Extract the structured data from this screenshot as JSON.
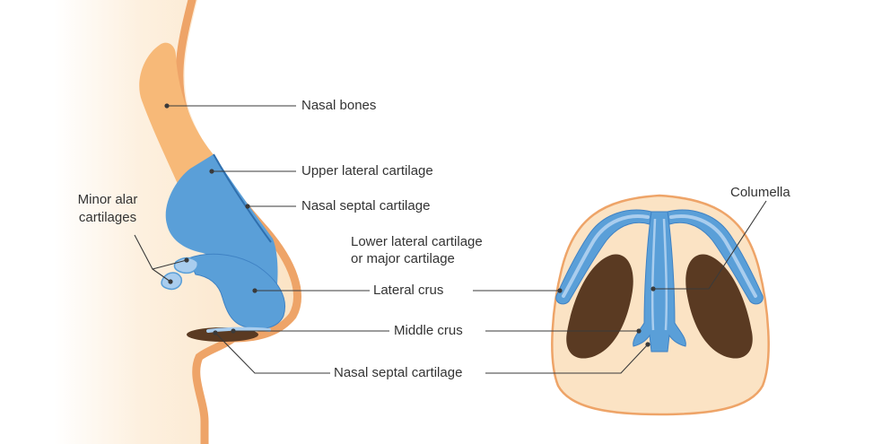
{
  "diagram": {
    "colors": {
      "skin": "#fbe3c4",
      "skin_edge": "#eea468",
      "bone": "#f7b978",
      "cartilage": "#5a9fd8",
      "cartilage_light": "#a9cdee",
      "cavity": "#5a3a22"
    },
    "labels": {
      "nasal_bones": "Nasal bones",
      "upper_lateral_cartilage": "Upper lateral cartilage",
      "nasal_septal_cartilage_side": "Nasal septal cartilage",
      "lower_lateral_line1": "Lower lateral cartilage",
      "lower_lateral_line2": "or major cartilage",
      "minor_alar_line1": "Minor alar",
      "minor_alar_line2": "cartilages",
      "lateral_crus": "Lateral crus",
      "middle_crus": "Middle crus",
      "nasal_septal_cartilage_bottom": "Nasal septal cartilage",
      "columella": "Columella"
    }
  }
}
